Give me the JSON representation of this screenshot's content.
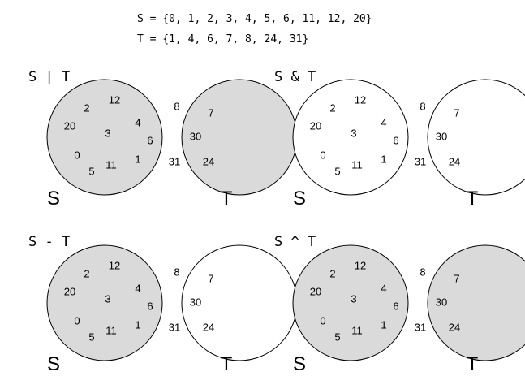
{
  "header": {
    "set_s_definition": "S = {0, 1, 2, 3, 4, 5, 6, 11, 12, 20}",
    "set_t_definition": "T = {1, 4, 6, 7, 8, 24, 31}"
  },
  "colors": {
    "shaded_region": "#dadada",
    "background": "#ffffff",
    "outline": "#000000"
  },
  "set_names": {
    "left": "S",
    "right": "T"
  },
  "regions": {
    "only_s": [
      "2",
      "12",
      "20",
      "3",
      "0",
      "5",
      "11"
    ],
    "both": [
      "4",
      "6",
      "1"
    ],
    "only_t": [
      "8",
      "7",
      "30",
      "31",
      "24"
    ]
  },
  "diagrams": [
    {
      "operation_label": "S | T",
      "shaded": {
        "only_s": true,
        "both": true,
        "only_t": true
      }
    },
    {
      "operation_label": "S & T",
      "shaded": {
        "only_s": false,
        "both": true,
        "only_t": false
      }
    },
    {
      "operation_label": "S - T",
      "shaded": {
        "only_s": true,
        "both": false,
        "only_t": false
      }
    },
    {
      "operation_label": "S ^ T",
      "shaded": {
        "only_s": true,
        "both": false,
        "only_t": true
      }
    }
  ]
}
